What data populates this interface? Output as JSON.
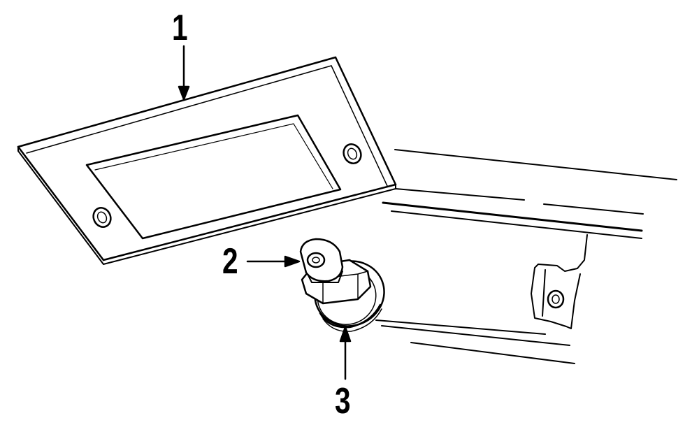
{
  "diagram": {
    "callouts": [
      {
        "number": "1",
        "part": "lamp-lens-housing"
      },
      {
        "number": "2",
        "part": "bulb"
      },
      {
        "number": "3",
        "part": "socket"
      }
    ],
    "colors": {
      "ink": "#000000",
      "background": "#ffffff"
    }
  }
}
